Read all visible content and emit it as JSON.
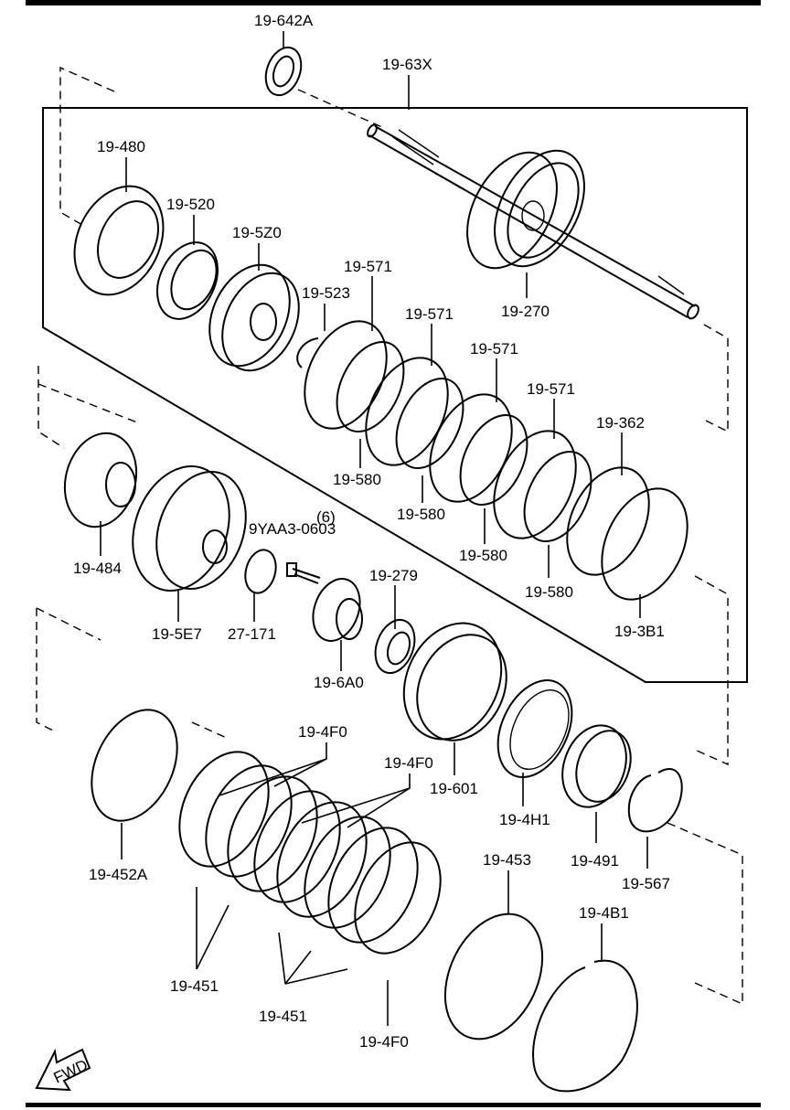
{
  "labels": {
    "p642a": "19-642A",
    "p63x": "19-63X",
    "p480": "19-480",
    "p520": "19-520",
    "p5z0": "19-5Z0",
    "p523": "19-523",
    "p571a": "19-571",
    "p571b": "19-571",
    "p571c": "19-571",
    "p571d": "19-571",
    "p362": "19-362",
    "p270": "19-270",
    "p580a": "19-580",
    "p580b": "19-580",
    "p580c": "19-580",
    "p580d": "19-580",
    "p484": "19-484",
    "p5e7": "19-5E7",
    "p6note": "(6)",
    "p9yaa": "9YAA3-0603",
    "p27171": "27-171",
    "p279": "19-279",
    "p6a0": "19-6A0",
    "p3b1": "19-3B1",
    "p4f0a": "19-4F0",
    "p4f0b": "19-4F0",
    "p4f0c": "19-4F0",
    "p601": "19-601",
    "p4h1": "19-4H1",
    "p491": "19-491",
    "p567": "19-567",
    "p452a": "19-452A",
    "p453": "19-453",
    "p4b1": "19-4B1",
    "p451a": "19-451",
    "p451b": "19-451",
    "fwd": "FWD"
  }
}
